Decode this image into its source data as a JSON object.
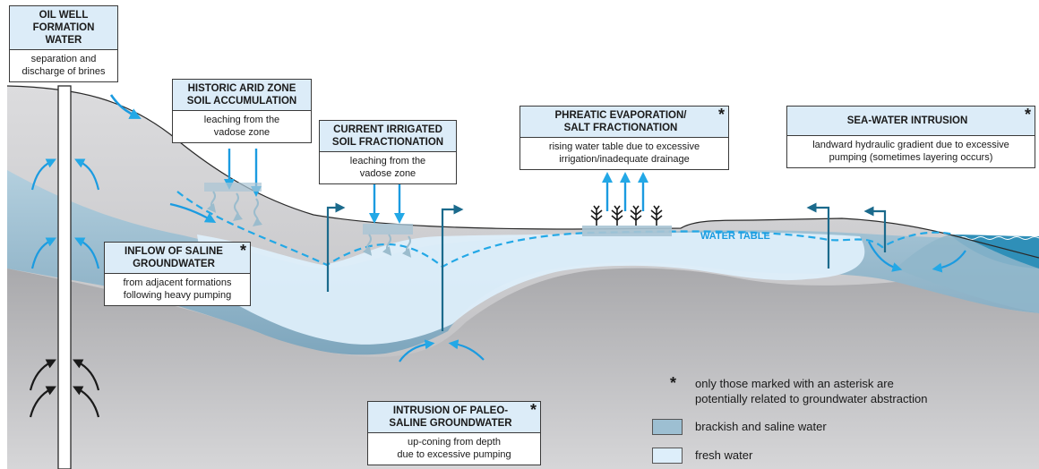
{
  "boxes": {
    "oil_well": {
      "title_1": "OIL WELL",
      "title_2": "FORMATION WATER",
      "body_1": "separation and",
      "body_2": "discharge of brines",
      "starred": false
    },
    "historic_arid": {
      "title_1": "HISTORIC ARID ZONE",
      "title_2": "SOIL ACCUMULATION",
      "body_1": "leaching from the",
      "body_2": "vadose zone",
      "starred": false
    },
    "current_irrigated": {
      "title_1": "CURRENT IRRIGATED",
      "title_2": "SOIL FRACTIONATION",
      "body_1": "leaching from the",
      "body_2": "vadose zone",
      "starred": false
    },
    "phreatic": {
      "title_1": "PHREATIC EVAPORATION/",
      "title_2": "SALT FRACTIONATION",
      "body_1": "rising water table due to excessive",
      "body_2": "irrigation/inadequate drainage",
      "starred": true,
      "star": "*"
    },
    "sea_water": {
      "title_1": "SEA-WATER INTRUSION",
      "body_1": "landward hydraulic gradient due to excessive",
      "body_2": "pumping (sometimes layering occurs)",
      "starred": true,
      "star": "*"
    },
    "inflow_saline": {
      "title_1": "INFLOW OF SALINE",
      "title_2": "GROUNDWATER",
      "body_1": "from adjacent formations",
      "body_2": "following heavy pumping",
      "starred": true,
      "star": "*"
    },
    "paleo_saline": {
      "title_1": "INTRUSION OF PALEO-",
      "title_2": "SALINE GROUNDWATER",
      "body_1": "up-coning from depth",
      "body_2": "due to excessive pumping",
      "starred": true,
      "star": "*"
    }
  },
  "water_table_label": "WATER TABLE",
  "legend": {
    "asterisk": "*",
    "note_1": "only those marked with an asterisk are",
    "note_2": "potentially related to groundwater abstraction",
    "items": [
      {
        "label": "brackish and saline water",
        "color": "#9dbfd2"
      },
      {
        "label": "fresh water",
        "color": "#ddeefa"
      }
    ]
  },
  "colors": {
    "ground": "#d2d2d4",
    "saline": "#9dbfd2",
    "fresh": "#ddeefa",
    "sea": "#2f8fb8",
    "arrow_dark": "#1b6a8c",
    "arrow_light": "#23a8e6",
    "water_table": "#23a8e6"
  }
}
